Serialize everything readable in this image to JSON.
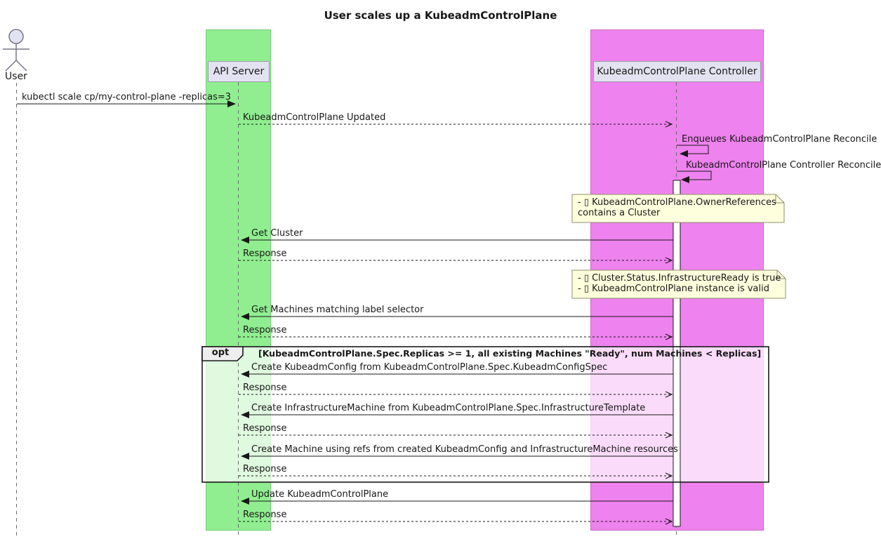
{
  "title": "User scales up a KubeadmControlPlane",
  "actor": {
    "label": "User"
  },
  "participants": [
    {
      "label": "API Server"
    },
    {
      "label": "KubeadmControlPlane Controller"
    }
  ],
  "messages": [
    {
      "label": "kubectl scale cp/my-control-plane -replicas=3",
      "type": "solid",
      "from": "User",
      "to": "API Server"
    },
    {
      "label": "KubeadmControlPlane Updated",
      "type": "dashed",
      "from": "API Server",
      "to": "KubeadmControlPlane Controller"
    },
    {
      "label": "Enqueues KubeadmControlPlane Reconcile",
      "type": "self",
      "on": "KubeadmControlPlane Controller"
    },
    {
      "label": "KubeadmControlPlane Controller Reconcile",
      "type": "self",
      "on": "KubeadmControlPlane Controller"
    },
    {
      "label": "Get Cluster",
      "type": "solid",
      "from": "KubeadmControlPlane Controller",
      "to": "API Server"
    },
    {
      "label": "Response",
      "type": "dashed",
      "from": "API Server",
      "to": "KubeadmControlPlane Controller"
    },
    {
      "label": "Get Machines matching label selector",
      "type": "solid",
      "from": "KubeadmControlPlane Controller",
      "to": "API Server"
    },
    {
      "label": "Response",
      "type": "dashed",
      "from": "API Server",
      "to": "KubeadmControlPlane Controller"
    },
    {
      "label": "Create KubeadmConfig from KubeadmControlPlane.Spec.KubeadmConfigSpec",
      "type": "solid",
      "from": "KubeadmControlPlane Controller",
      "to": "API Server"
    },
    {
      "label": "Response",
      "type": "dashed",
      "from": "API Server",
      "to": "KubeadmControlPlane Controller"
    },
    {
      "label": "Create InfrastructureMachine from KubeadmControlPlane.Spec.InfrastructureTemplate",
      "type": "solid",
      "from": "KubeadmControlPlane Controller",
      "to": "API Server"
    },
    {
      "label": "Response",
      "type": "dashed",
      "from": "API Server",
      "to": "KubeadmControlPlane Controller"
    },
    {
      "label": "Create Machine using refs from created KubeadmConfig and InfrastructureMachine resources",
      "type": "solid",
      "from": "KubeadmControlPlane Controller",
      "to": "API Server"
    },
    {
      "label": "Response",
      "type": "dashed",
      "from": "API Server",
      "to": "KubeadmControlPlane Controller"
    },
    {
      "label": "Update KubeadmControlPlane",
      "type": "solid",
      "from": "KubeadmControlPlane Controller",
      "to": "API Server"
    },
    {
      "label": "Response",
      "type": "dashed",
      "from": "API Server",
      "to": "KubeadmControlPlane Controller"
    }
  ],
  "notes": [
    {
      "line1": "- ▯ KubeadmControlPlane.OwnerReferences",
      "line2": "contains a Cluster"
    },
    {
      "line1": "- ▯ Cluster.Status.InfrastructureReady is true",
      "line2": "- ▯ KubeadmControlPlane instance is valid"
    }
  ],
  "opt": {
    "label": "opt",
    "guard": "[KubeadmControlPlane.Spec.Replicas >= 1, all existing Machines \"Ready\", num Machines < Replicas]"
  },
  "colors": {
    "band_api": "#90EE90",
    "band_controller": "#EE82EE",
    "participant_fill": "#E2E2F0",
    "note_fill": "#FEFFDD",
    "opt_header_fill": "#EEEEEE",
    "line": "#181818"
  }
}
